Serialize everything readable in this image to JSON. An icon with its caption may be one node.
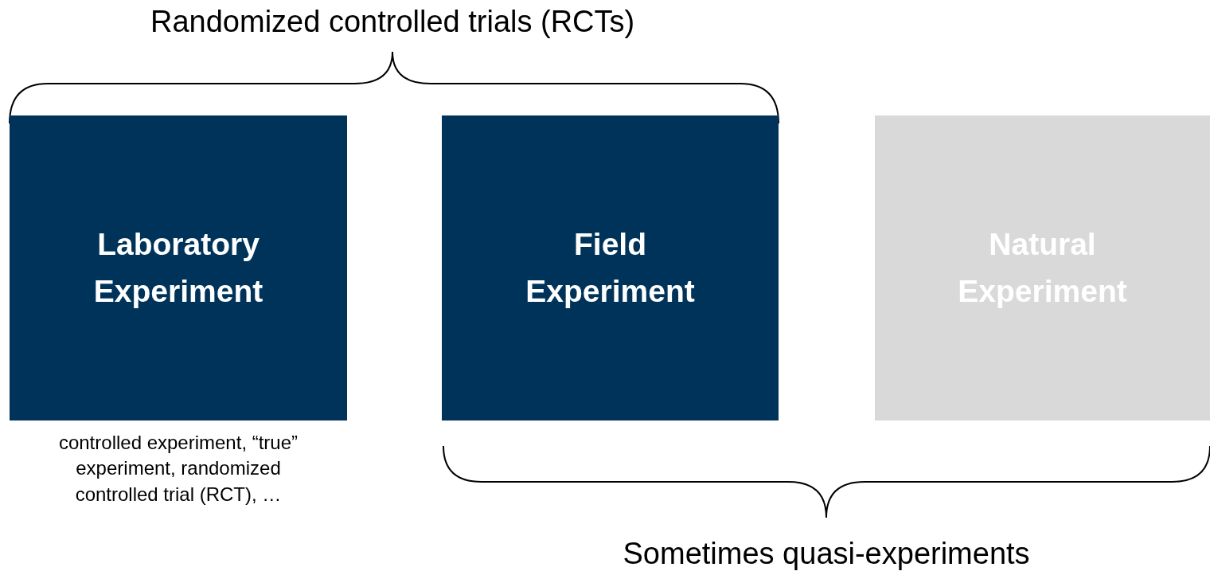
{
  "diagram": {
    "nodes": [
      {
        "text": [
          "Laboratory Experiment"
        ],
        "beside": [
          "controlled experiment, “true” experiment, randomized controlled trial (RCT), …"
        ]
      },
      {
        "text": [
          "Field Experiment"
        ]
      },
      {
        "text": [
          "Natural Experiment"
        ]
      }
    ],
    "labels": [
      "Randomized controlled trials (RCTs)",
      "Sometimes quasi-experiments"
    ]
  }
}
